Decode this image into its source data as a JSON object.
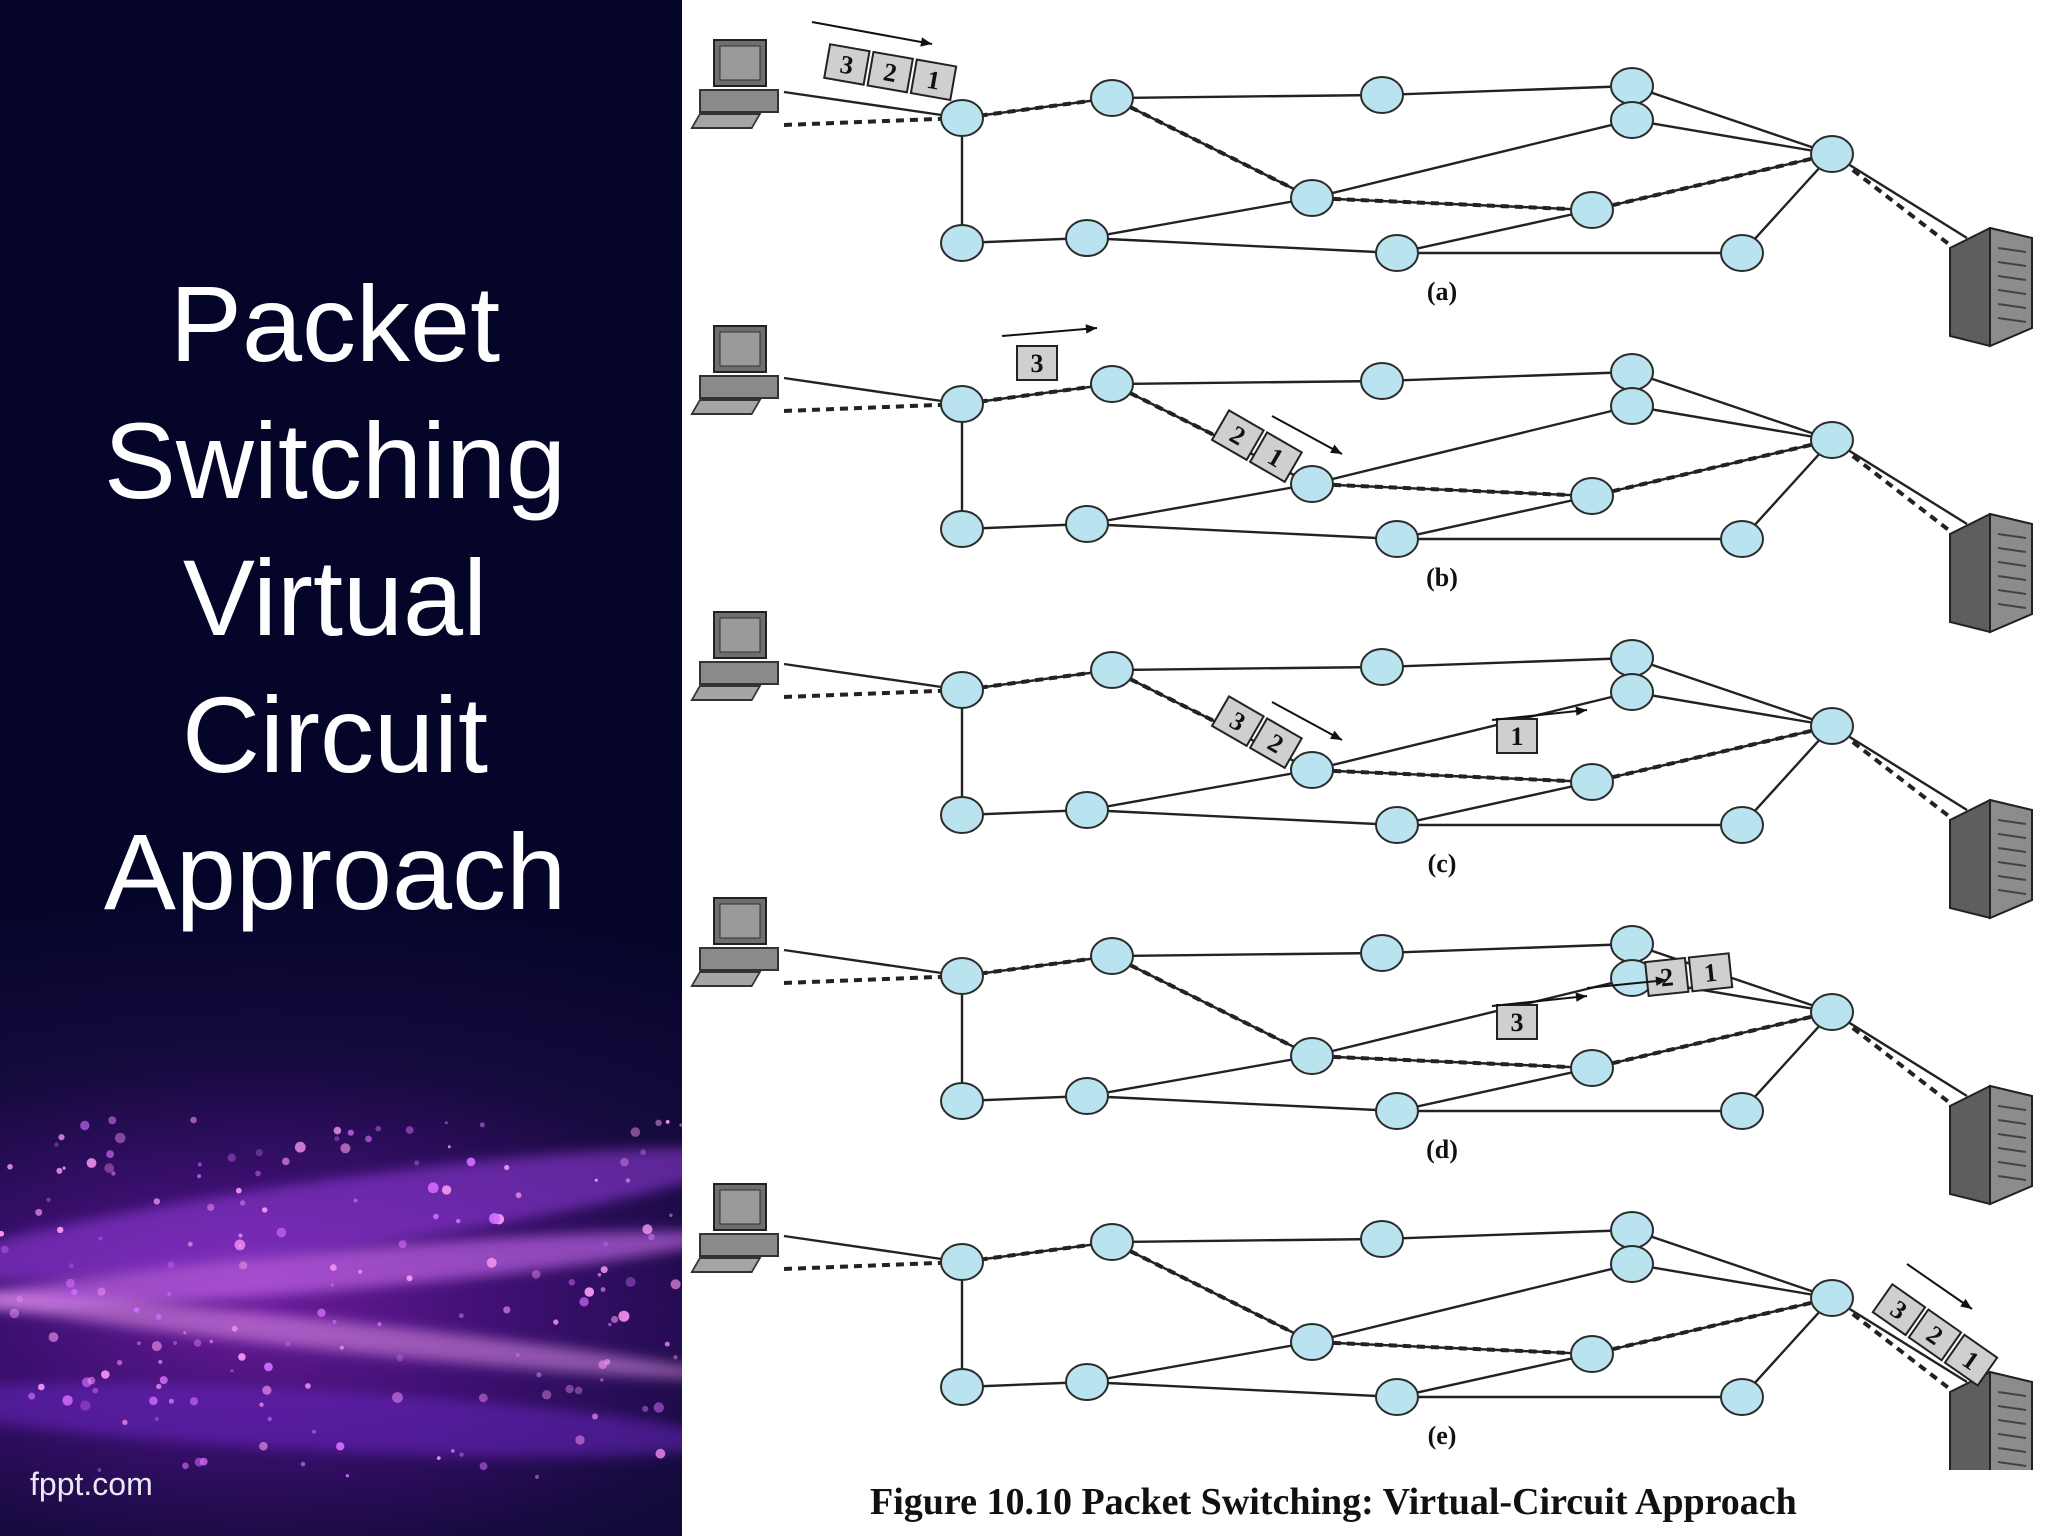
{
  "slide": {
    "title_lines": [
      "Packet",
      "Switching",
      "Virtual",
      "Circuit",
      "Approach"
    ],
    "brand": "fppt.com"
  },
  "figure": {
    "caption": "Figure 10.10   Packet Switching: Virtual-Circuit Approach",
    "panels": [
      {
        "label": "(a)",
        "packets": [
          {
            "group": [
              "3",
              "2",
              "1"
            ],
            "segment": "source"
          }
        ]
      },
      {
        "label": "(b)",
        "packets": [
          {
            "group": [
              "3"
            ],
            "segment": "n1-n2"
          },
          {
            "group": [
              "2",
              "1"
            ],
            "segment": "n2-n5"
          }
        ]
      },
      {
        "label": "(c)",
        "packets": [
          {
            "group": [
              "3",
              "2"
            ],
            "segment": "n2-n5"
          },
          {
            "group": [
              "1"
            ],
            "segment": "n5-n7"
          }
        ]
      },
      {
        "label": "(d)",
        "packets": [
          {
            "group": [
              "3"
            ],
            "segment": "n5-n7"
          },
          {
            "group": [
              "2",
              "1"
            ],
            "segment": "n7-n9"
          }
        ]
      },
      {
        "label": "(e)",
        "packets": [
          {
            "group": [
              "3",
              "2",
              "1"
            ],
            "segment": "n9-server"
          }
        ]
      }
    ]
  },
  "colors": {
    "node_fill": "#b9e3ee",
    "node_stroke": "#2b2b2b",
    "packet_fill": "#cfcfcf",
    "line": "#222222",
    "panel_bg": "#0a0830",
    "glow": "#b23be8"
  },
  "icons": {
    "source": "desktop-computer-icon",
    "destination": "server-tower-icon"
  }
}
